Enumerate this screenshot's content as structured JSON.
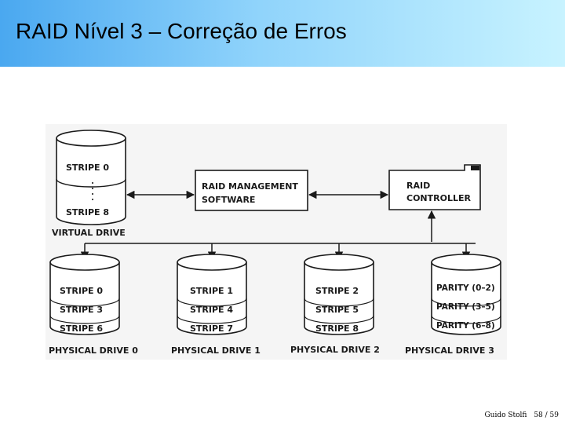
{
  "title": "RAID Nível 3 – Correção de Erros",
  "diagram": {
    "virtual_drive": {
      "label": "VIRTUAL DRIVE",
      "top_stripe": "STRIPE 0",
      "bottom_stripe": "STRIPE 8"
    },
    "software_box": {
      "line1": "RAID MANAGEMENT",
      "line2": "SOFTWARE"
    },
    "controller_box": {
      "line1": "RAID",
      "line2": "CONTROLLER"
    },
    "physical_drives": [
      {
        "label": "PHYSICAL DRIVE 0",
        "stripes": [
          "STRIPE 0",
          "STRIPE 3",
          "STRIPE 6"
        ]
      },
      {
        "label": "PHYSICAL DRIVE 1",
        "stripes": [
          "STRIPE 1",
          "STRIPE 4",
          "STRIPE 7"
        ]
      },
      {
        "label": "PHYSICAL DRIVE 2",
        "stripes": [
          "STRIPE 2",
          "STRIPE 5",
          "STRIPE 8"
        ]
      },
      {
        "label": "PHYSICAL DRIVE 3",
        "stripes": [
          "PARITY (0–2)",
          "PARITY (3–5)",
          "PARITY (6–8)"
        ]
      }
    ]
  },
  "footer": {
    "author": "Guido Stolfi",
    "page": "58 / 59"
  }
}
